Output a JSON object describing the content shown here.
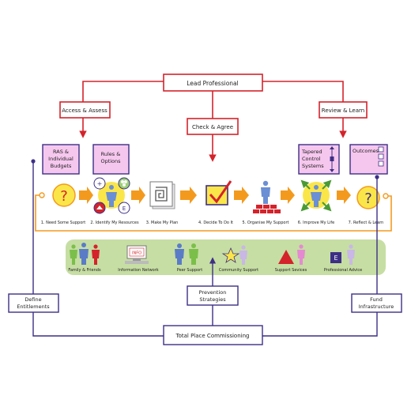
{
  "top_boxes": {
    "lead": "Lead Professional",
    "access": "Access & Assess",
    "check": "Check & Agree",
    "review": "Review & Learn"
  },
  "process_boxes": {
    "ras": [
      "RAS &",
      "Individual",
      "Budgets"
    ],
    "rules": [
      "Rules &",
      "Options"
    ],
    "tapered": [
      "Tapered",
      "Control",
      "Systems"
    ],
    "outcomes": "Outcomes"
  },
  "steps": [
    "1. Need Some Support",
    "2. Identify My Resources",
    "3. Make My Plan",
    "4. Decide To Do It",
    "5. Organise My Support",
    "6. Improve My Life",
    "7. Reflect & Learn"
  ],
  "resources": [
    "Family & Friends",
    "Information Network",
    "Peer Support",
    "Community Support",
    "Support Sevices",
    "Professional Advice"
  ],
  "icon_text": {
    "info": "INFO",
    "professional": "E",
    "plus": "+",
    "letter_e": "E",
    "question": "?"
  },
  "bottom_boxes": {
    "prevention": [
      "Prevention",
      "Strategies"
    ],
    "define": [
      "Define",
      "Entitlements"
    ],
    "fund": [
      "Fund",
      "Infrastructure"
    ],
    "commissioning": "Total Place Commissioning"
  },
  "colors": {
    "red": "#d4232b",
    "navy": "#3d2f86",
    "orange": "#f39a1e",
    "pink": "#f6c7ee",
    "green_band": "#c6dea3",
    "yellow": "#fbe64a"
  }
}
